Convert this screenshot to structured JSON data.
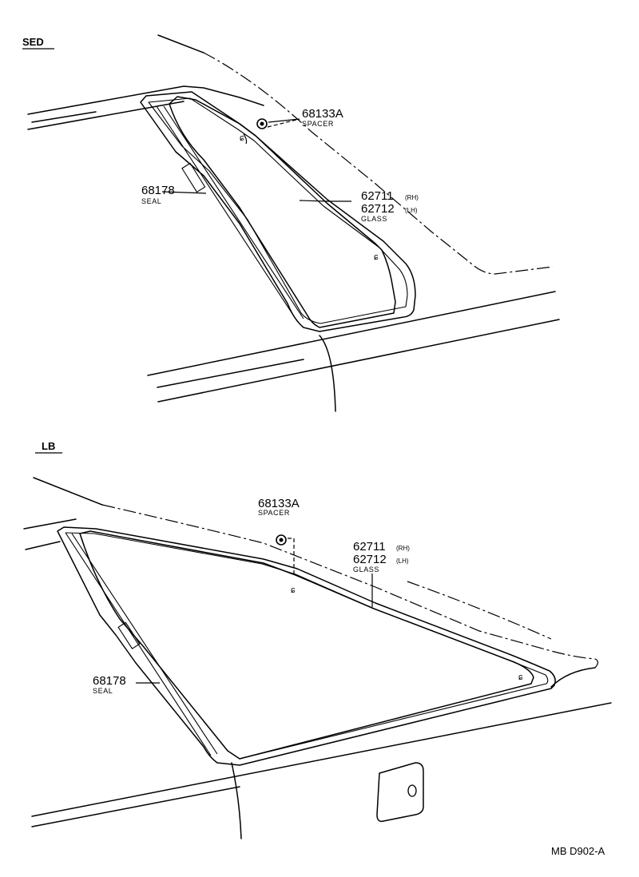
{
  "sections": {
    "sedan": {
      "tag": "SED",
      "spacer": {
        "part_no": "68133A",
        "name": "SPACER"
      },
      "glass": {
        "part_no_rh": "62711",
        "rh": "(RH)",
        "part_no_lh": "62712",
        "lh": "(LH)",
        "name": "GLASS"
      },
      "seal": {
        "part_no": "68178",
        "name": "SEAL"
      }
    },
    "liftback": {
      "tag": "LB",
      "spacer": {
        "part_no": "68133A",
        "name": "SPACER"
      },
      "glass": {
        "part_no_rh": "62711",
        "rh": "(RH)",
        "part_no_lh": "62712",
        "lh": "(LH)",
        "name": "GLASS"
      },
      "seal": {
        "part_no": "68178",
        "name": "SEAL"
      }
    }
  },
  "diagram_code": "MB D902-A"
}
